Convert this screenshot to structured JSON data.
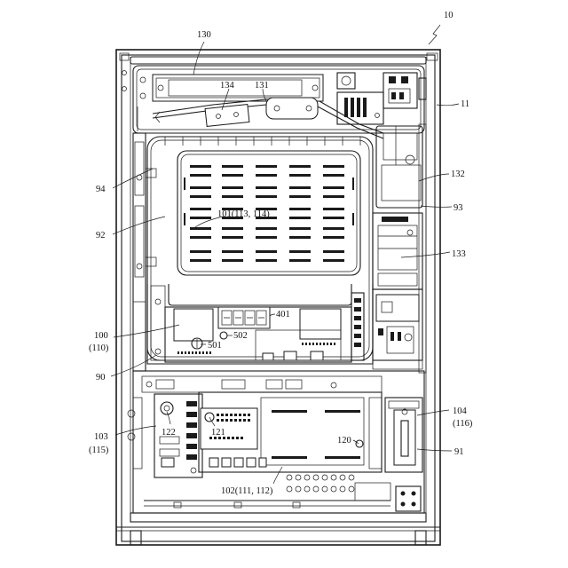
{
  "colors": {
    "ink": "#1a1a1a",
    "paper": "#ffffff"
  },
  "labels": {
    "l10": "10",
    "l11": "11",
    "l130": "130",
    "l134": "134",
    "l131": "131",
    "l132": "132",
    "l93": "93",
    "l133": "133",
    "l94": "94",
    "l92": "92",
    "l101": "101(113, 114)",
    "l401": "401",
    "l100a": "100",
    "l100b": "(110)",
    "l501": "501",
    "l502": "502",
    "l90": "90",
    "l103a": "103",
    "l103b": "(115)",
    "l122": "122",
    "l121": "121",
    "l120": "120",
    "l104a": "104",
    "l104b": "(116)",
    "l91": "91",
    "l102": "102(111, 112)"
  }
}
